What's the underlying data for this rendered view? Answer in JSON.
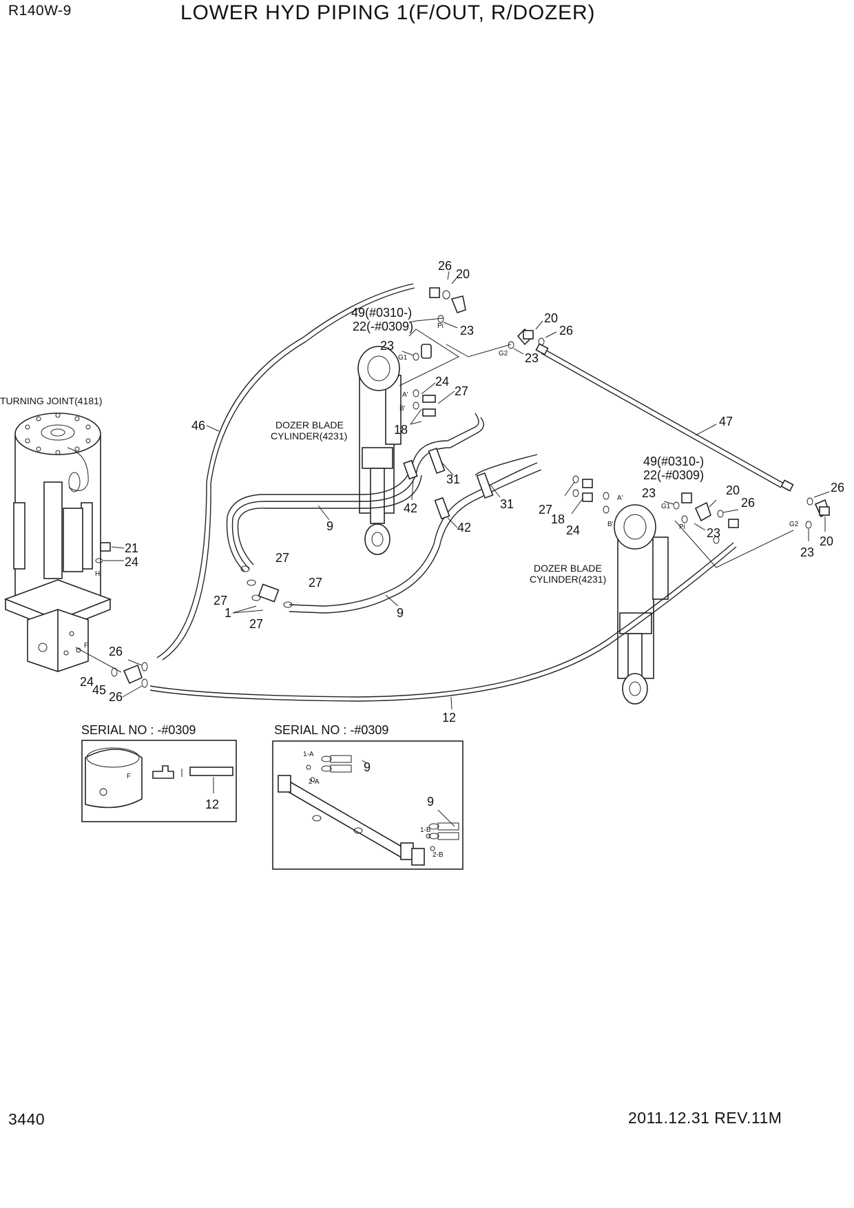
{
  "header": {
    "model": "R140W-9",
    "title": "LOWER HYD PIPING 1(F/OUT, R/DOZER)"
  },
  "footer": {
    "page_number": "3440",
    "revision": "2011.12.31  REV.11M"
  },
  "components": {
    "turning_joint": "TURNING JOINT(4181)",
    "dozer_cyl_left_line1": "DOZER BLADE",
    "dozer_cyl_left_line2": "CYLINDER(4231)",
    "dozer_cyl_right_line1": "DOZER BLADE",
    "dozer_cyl_right_line2": "CYLINDER(4231)"
  },
  "serial_notes": {
    "left": "SERIAL NO : -#0309",
    "right": "SERIAL NO : -#0309"
  },
  "callouts": {
    "left_serial_49": "49(#0310-)",
    "left_serial_22": "22(-#0309)",
    "right_serial_49": "49(#0310-)",
    "right_serial_22": "22(-#0309)",
    "p1": "1",
    "p9a": "9",
    "p9b": "9",
    "p9c": "9",
    "p9d": "9",
    "p12a": "12",
    "p12b": "12",
    "p18a": "18",
    "p18b": "18",
    "p20a": "20",
    "p20b": "20",
    "p20c": "20",
    "p20d": "20",
    "p21": "21",
    "p23a": "23",
    "p23b": "23",
    "p23c": "23",
    "p23d": "23",
    "p23e": "23",
    "p23f": "23",
    "p24a": "24",
    "p24b": "24",
    "p24c": "24",
    "p24d": "24",
    "p26a": "26",
    "p26b": "26",
    "p26c": "26",
    "p26d": "26",
    "p26e": "26",
    "p26f": "26",
    "p27a": "27",
    "p27b": "27",
    "p27c": "27",
    "p27d": "27",
    "p27e": "27",
    "p27f": "27",
    "p31a": "31",
    "p31b": "31",
    "p42a": "42",
    "p42b": "42",
    "p45": "45",
    "p46": "46",
    "p47": "47"
  },
  "ports": {
    "pi_left": "Pi",
    "g1_left": "G1",
    "g2_left": "G2",
    "a_left": "A'",
    "b_left": "B'",
    "a_right": "A'",
    "b_right": "B'",
    "g1_right": "G1",
    "pi_right": "Pi",
    "g2_right": "G2",
    "h_port": "H",
    "f_port": "F",
    "f_port_inset": "F",
    "inset_1a": "1-A",
    "inset_2a": "2-A",
    "inset_1b": "1-B",
    "inset_2b": "2-B"
  }
}
